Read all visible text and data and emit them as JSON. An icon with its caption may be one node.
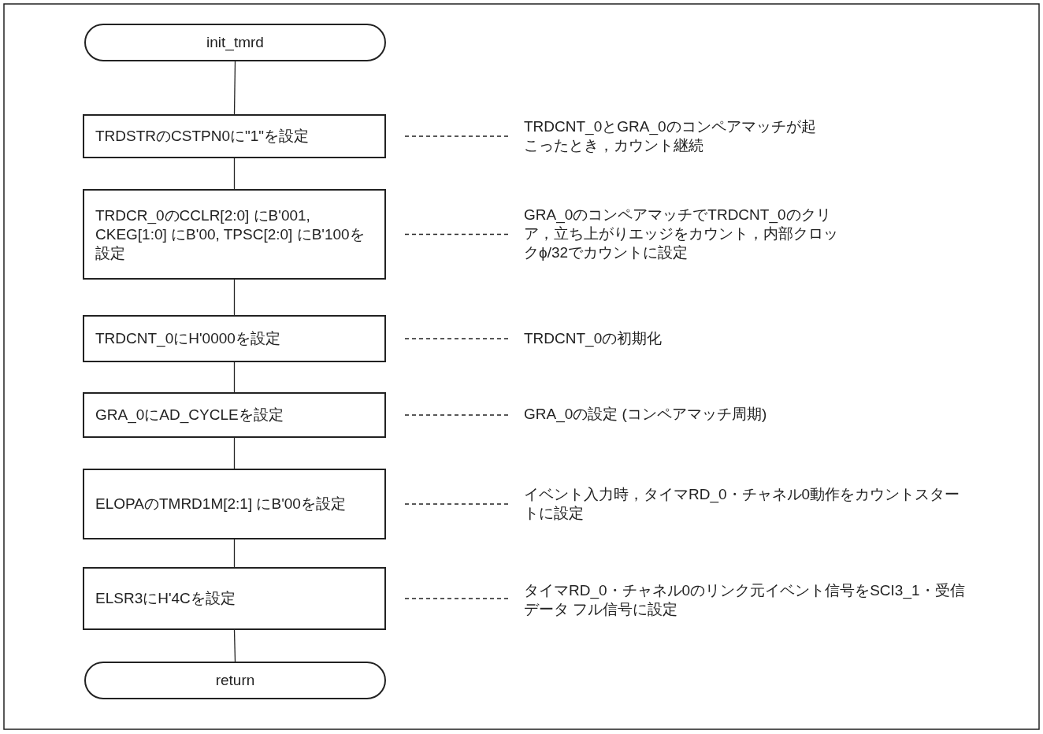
{
  "diagram": {
    "nodes": [
      {
        "text": [
          "init_tmrd"
        ]
      },
      {
        "text": [
          "TRDSTRのCSTPN0に\"1\"を設定"
        ]
      },
      {
        "text": [
          "TRDCR_0のCCLR[2:0] にB'001, CKEG[1:0] にB'00, TPSC[2:0] にB'100を設定"
        ]
      },
      {
        "text": [
          "TRDCNT_0にH'0000を設定"
        ]
      },
      {
        "text": [
          "GRA_0にAD_CYCLEを設定"
        ]
      },
      {
        "text": [
          "ELOPAのTMRD1M[2:1] にB'00を設定"
        ]
      },
      {
        "text": [
          "ELSR3にH'4Cを設定"
        ]
      },
      {
        "text": [
          "return"
        ]
      },
      {
        "text": [
          "TRDCNT_0とGRA_0のコンペアマッチが起こったとき，カウント継続"
        ]
      },
      {
        "text": [
          "GRA_0のコンペアマッチでTRDCNT_0のクリア，立ち上がりエッジをカウント，内部クロックϕ/32でカウントに設定"
        ]
      },
      {
        "text": [
          "TRDCNT_0の初期化"
        ]
      },
      {
        "text": [
          "GRA_0の設定 (コンペアマッチ周期)"
        ]
      },
      {
        "text": [
          "イベント入力時，タイマRD_0・チャネル0動作をカウントスタートに設定"
        ]
      },
      {
        "text": [
          "タイマRD_0・チャネル0のリンク元イベント信号をSCI3_1・受信データ フル信号に設定"
        ]
      }
    ],
    "edges": [
      {
        "from": 0,
        "to": 1,
        "arrow": "none"
      },
      {
        "from": 1,
        "to": 2,
        "arrow": "none"
      },
      {
        "from": 2,
        "to": 3,
        "arrow": "none"
      },
      {
        "from": 3,
        "to": 4,
        "arrow": "none"
      },
      {
        "from": 4,
        "to": 5,
        "arrow": "none"
      },
      {
        "from": 5,
        "to": 6,
        "arrow": "none"
      },
      {
        "from": 6,
        "to": 7,
        "arrow": "none"
      },
      {
        "from": 8,
        "to": 1,
        "arrow": "none",
        "style": "dashed"
      },
      {
        "from": 9,
        "to": 2,
        "arrow": "none",
        "style": "dashed"
      },
      {
        "from": 10,
        "to": 3,
        "arrow": "none",
        "style": "dashed"
      },
      {
        "from": 11,
        "to": 4,
        "arrow": "none",
        "style": "dashed"
      },
      {
        "from": 12,
        "to": 5,
        "arrow": "none",
        "style": "dashed"
      },
      {
        "from": 13,
        "to": 6,
        "arrow": "none",
        "style": "dashed"
      }
    ]
  }
}
